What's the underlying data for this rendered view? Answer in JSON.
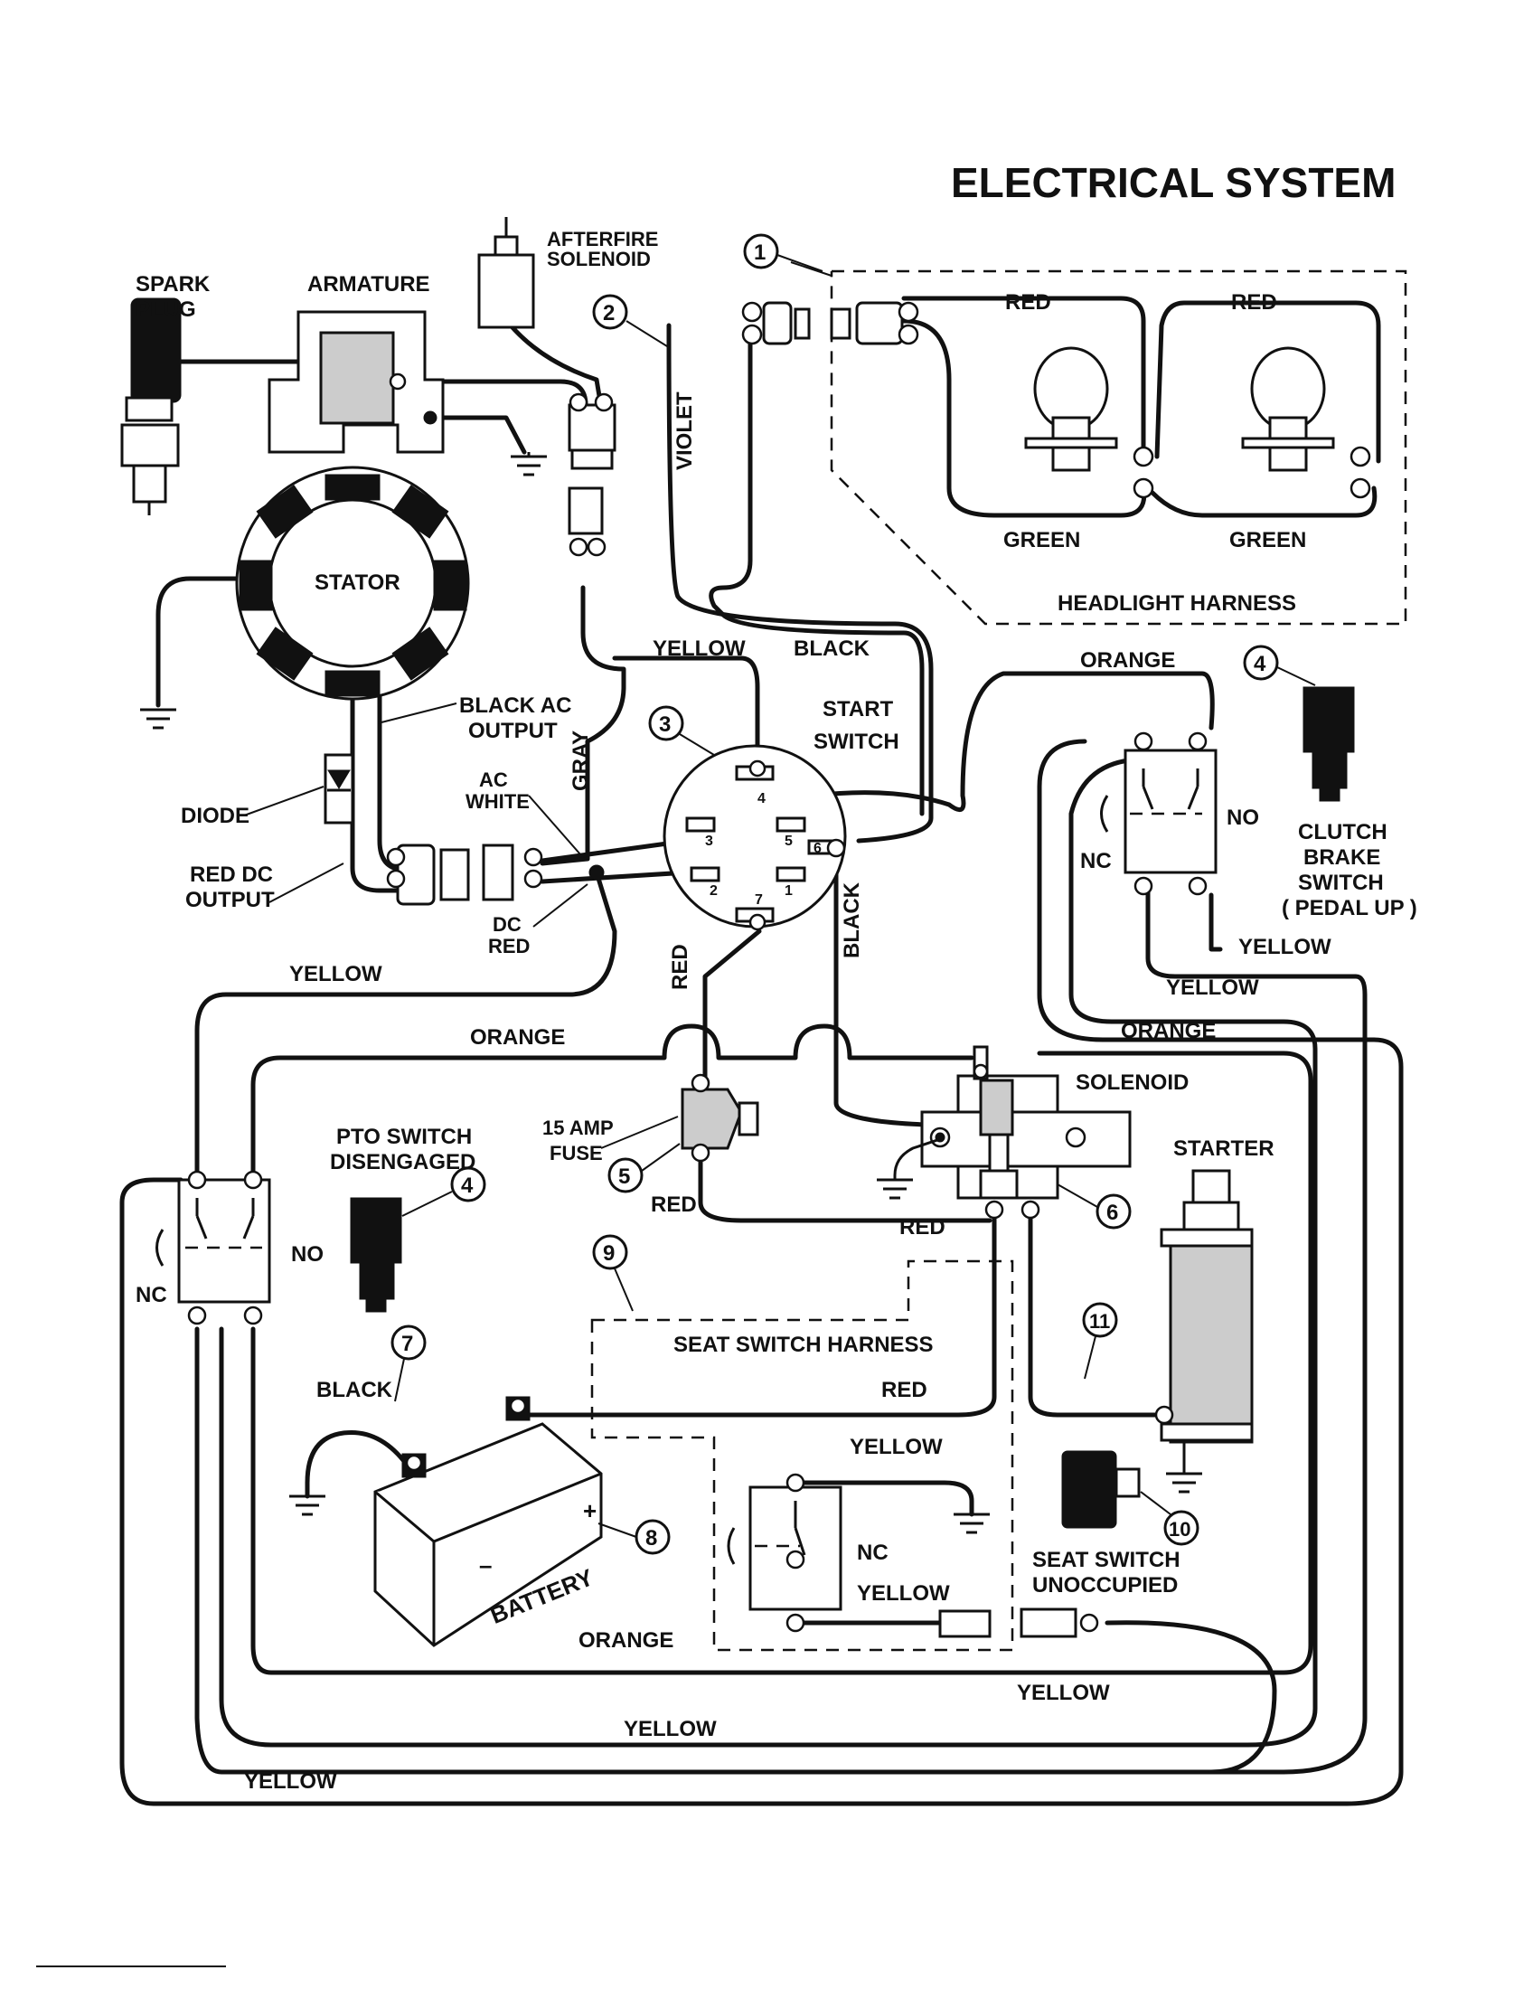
{
  "title": "ELECTRICAL SYSTEM",
  "components": {
    "spark_plug": "SPARK PLUG",
    "armature": "ARMATURE",
    "afterfire_solenoid": "AFTERFIRE SOLENOID",
    "stator": "STATOR",
    "black_ac_output": "BLACK AC OUTPUT",
    "diode": "DIODE",
    "red_dc_output": "RED DC OUTPUT",
    "ac_white": "AC WHITE",
    "dc_red": "DC RED",
    "start_switch": "START SWITCH",
    "headlight_harness": "HEADLIGHT HARNESS",
    "clutch_brake_switch": "CLUTCH BRAKE SWITCH ( PEDAL UP )",
    "pto_switch": "PTO SWITCH DISENGAGED",
    "fuse": "15 AMP FUSE",
    "solenoid": "SOLENOID",
    "starter": "STARTER",
    "seat_switch_harness": "SEAT SWITCH HARNESS",
    "seat_switch": "SEAT SWITCH UNOCCUPIED",
    "battery": "BATTERY"
  },
  "switch_terminals": [
    "4",
    "3",
    "5",
    "6",
    "2",
    "1",
    "7"
  ],
  "contact_labels": {
    "no": "NO",
    "nc": "NC"
  },
  "wire_colors": {
    "red": "RED",
    "green": "GREEN",
    "violet": "VIOLET",
    "yellow": "YELLOW",
    "black": "BLACK",
    "orange": "ORANGE",
    "gray": "GRAY"
  },
  "callouts": [
    "1",
    "2",
    "3",
    "4",
    "4",
    "5",
    "6",
    "7",
    "8",
    "9",
    "10",
    "11"
  ]
}
